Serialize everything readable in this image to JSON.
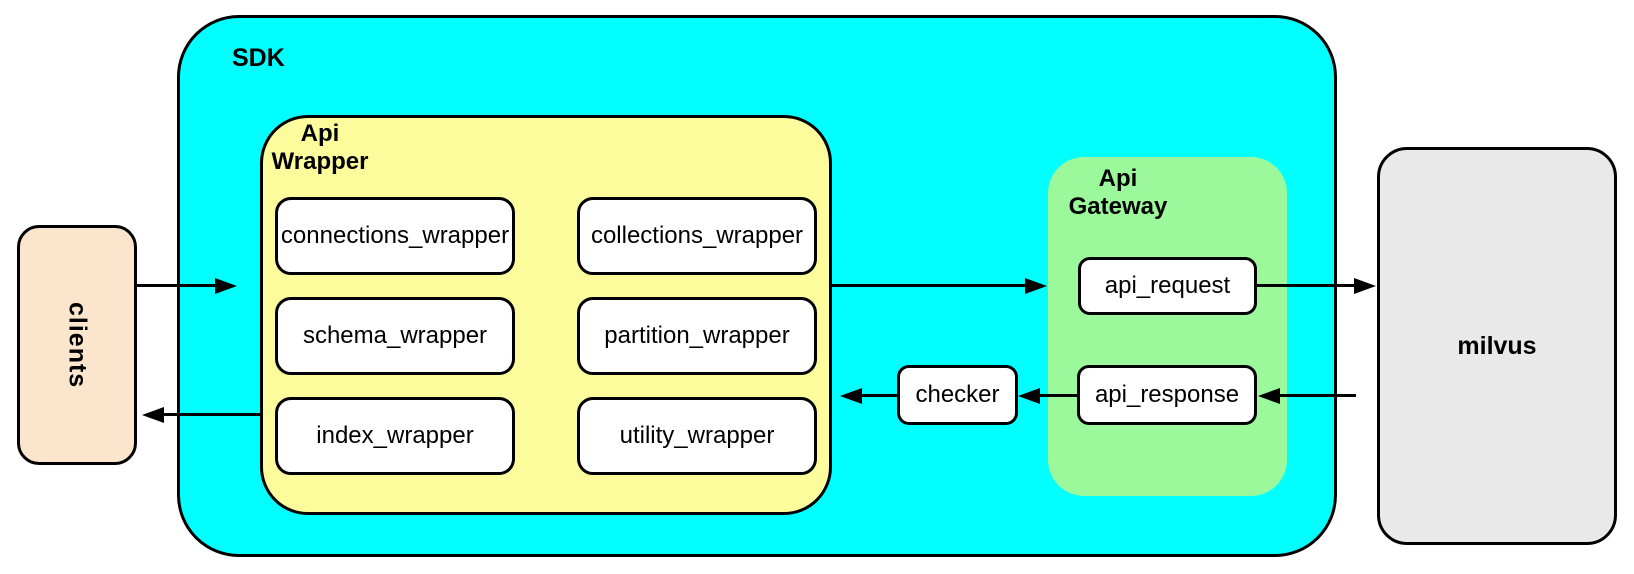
{
  "colors": {
    "sdk_fill": "#00ffff",
    "api_wrapper_fill": "#fcfc9c",
    "api_gateway_fill": "#9bf99b",
    "clients_fill": "#fce5cd",
    "milvus_fill": "#e9e9e9",
    "box_fill": "#ffffff",
    "stroke": "#000000"
  },
  "clients": {
    "label": "clients"
  },
  "sdk": {
    "label": "SDK"
  },
  "api_wrapper": {
    "label_lines": [
      "Api",
      "Wrapper"
    ],
    "boxes": [
      {
        "label": "connections_wrapper"
      },
      {
        "label": "collections_wrapper"
      },
      {
        "label": "schema_wrapper"
      },
      {
        "label": "partition_wrapper"
      },
      {
        "label": "index_wrapper"
      },
      {
        "label": "utility_wrapper"
      }
    ]
  },
  "checker": {
    "label": "checker"
  },
  "api_gateway": {
    "label_lines": [
      "Api",
      "Gateway"
    ],
    "boxes": [
      {
        "label": "api_request"
      },
      {
        "label": "api_response"
      }
    ]
  },
  "milvus": {
    "label": "milvus"
  },
  "flows": [
    {
      "from": "clients",
      "to": "SDK"
    },
    {
      "from": "Api Wrapper",
      "to": "Api Gateway"
    },
    {
      "from": "api_request",
      "to": "milvus"
    },
    {
      "from": "milvus",
      "to": "api_response"
    },
    {
      "from": "api_response",
      "to": "checker"
    },
    {
      "from": "checker",
      "to": "Api Wrapper"
    },
    {
      "from": "Api Wrapper",
      "to": "clients"
    }
  ]
}
